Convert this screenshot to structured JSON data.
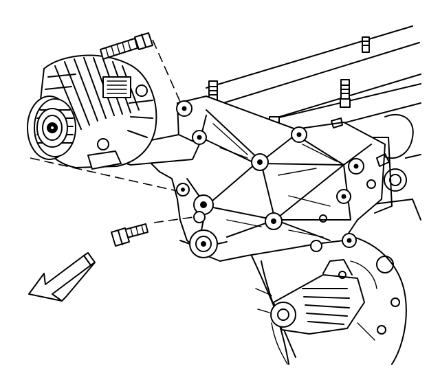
{
  "diagram": {
    "type": "exploded-view line illustration",
    "colors": {
      "ink": "#000000",
      "background": "#ffffff"
    },
    "parts": [
      {
        "id": "alternator"
      },
      {
        "id": "upper-bolt"
      },
      {
        "id": "lower-bolt"
      },
      {
        "id": "mounting-bracket"
      },
      {
        "id": "engine-block"
      },
      {
        "id": "water-pump"
      },
      {
        "id": "front-direction-arrow",
        "icon": "arrow-down-left-icon"
      }
    ]
  }
}
